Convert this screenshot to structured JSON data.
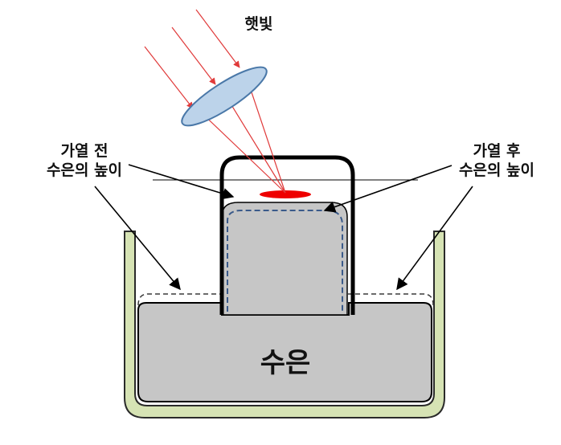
{
  "title": "햇빛",
  "labels": {
    "before_line1": "가열 전",
    "before_line2": "수은의 높이",
    "after_line1": "가열 후",
    "after_line2": "수은의 높이",
    "mercury": "수은"
  },
  "colors": {
    "container_fill": "#d6e3b4",
    "container_stroke": "#2a2a2a",
    "mercury_fill": "#c6c6c6",
    "lens_fill": "#bcd3ea",
    "lens_stroke": "#4a78a8",
    "ray": "#e03a3a",
    "hot_spot": "#ee0000",
    "dashed_level": "#3a5a8a",
    "tube": "#000000"
  },
  "icons": [
    "convex-lens",
    "sun-rays",
    "hot-spot"
  ]
}
